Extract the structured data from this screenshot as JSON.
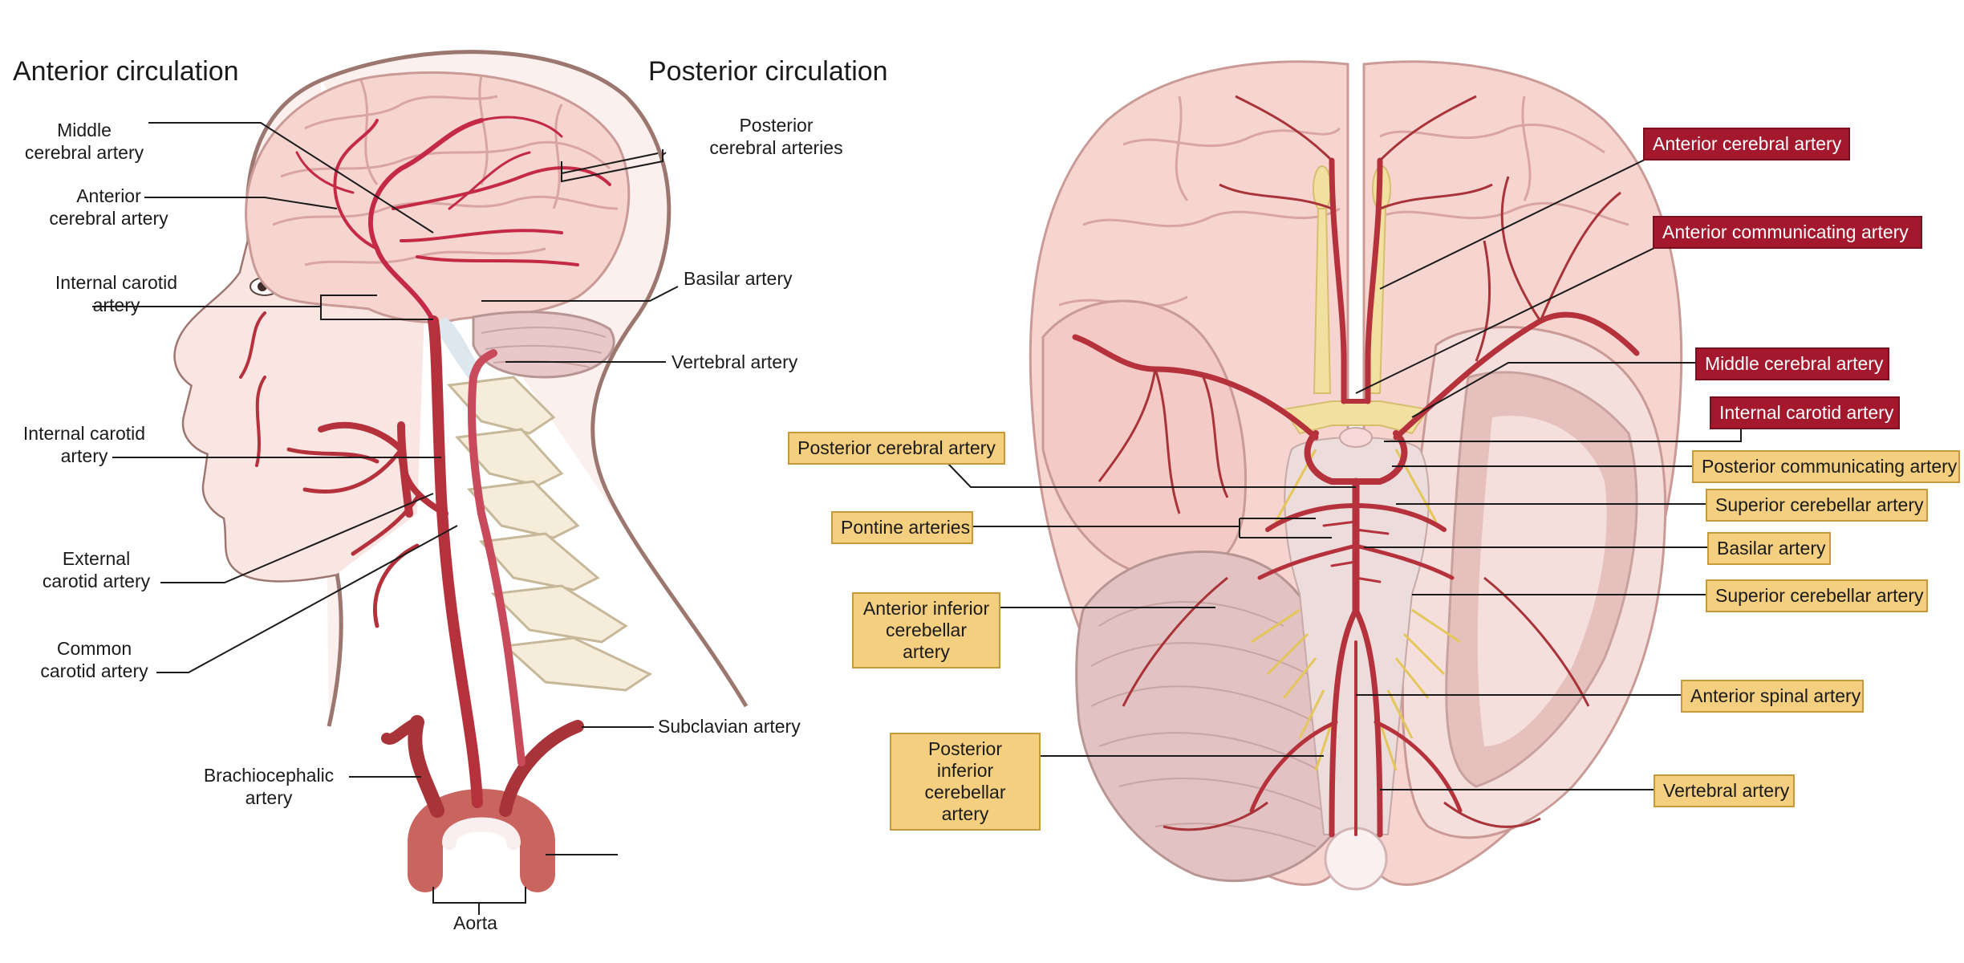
{
  "headings": {
    "anterior": "Anterior circulation",
    "posterior": "Posterior circulation"
  },
  "left_labels": {
    "middle_cerebral": "Middle\ncerebral artery",
    "anterior_cerebral": "Anterior\ncerebral artery",
    "internal_carotid_upper": "Internal carotid\nartery",
    "internal_carotid_lower": "Internal carotid\nartery",
    "external_carotid": "External\ncarotid artery",
    "common_carotid": "Common\ncarotid artery",
    "brachiocephalic": "Brachiocephalic\nartery",
    "aorta": "Aorta",
    "posterior_cerebral": "Posterior\ncerebral arteries",
    "basilar": "Basilar artery",
    "vertebral": "Vertebral artery",
    "subclavian": "Subclavian artery"
  },
  "right_red_labels": [
    "Anterior cerebral artery",
    "Anterior communicating artery",
    "Middle cerebral artery",
    "Internal carotid artery"
  ],
  "right_yellow_right": [
    "Posterior communicating artery",
    "Superior cerebellar artery",
    "Basilar artery",
    "Superior cerebellar artery",
    "Anterior spinal artery",
    "Vertebral artery"
  ],
  "right_yellow_left": [
    "Posterior cerebral artery",
    "Pontine arteries",
    "Anterior inferior\ncerebellar artery",
    "Posterior inferior\ncerebellar artery"
  ],
  "colors": {
    "artery": "#b5323c",
    "artery_dark": "#8f1f2a",
    "brain": "#f6d4d0",
    "brain_sulci": "#d9a5a3",
    "skin": "#fbf0ee",
    "outline": "#9c7770",
    "bone": "#f5ecd9",
    "nerve": "#f1dc8c",
    "red_box": "#a3182d",
    "yellow_box": "#f3cf7f"
  }
}
